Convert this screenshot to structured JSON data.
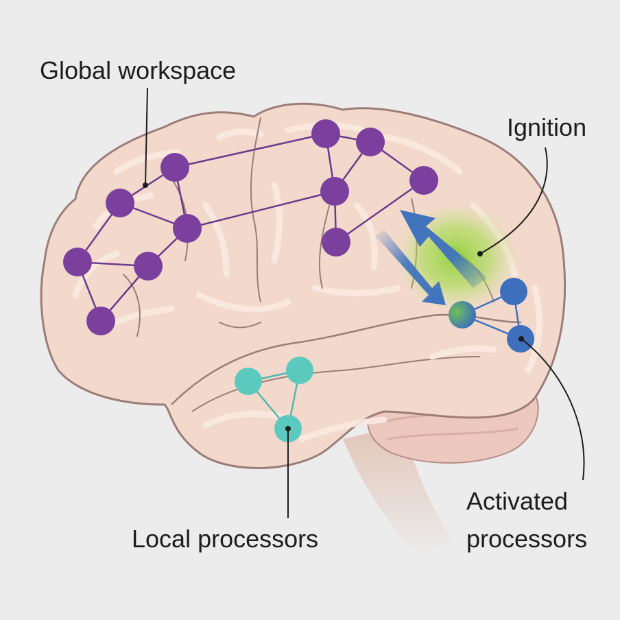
{
  "labels": {
    "global_workspace": "Global workspace",
    "ignition": "Ignition",
    "local_processors": "Local processors",
    "activated_line1": "Activated",
    "activated_line2": "processors"
  },
  "colors": {
    "background": "#ececec",
    "brain_fill": "#f3d9cc",
    "brain_outline": "#9b7d78",
    "workspace_node": "#7b3f9e",
    "workspace_edge": "#6a3a8c",
    "local_node": "#5cc9bf",
    "activated_node": "#3d6fbd",
    "ignition_glow": "#8fd13a",
    "arrow": "#3f72bd"
  }
}
